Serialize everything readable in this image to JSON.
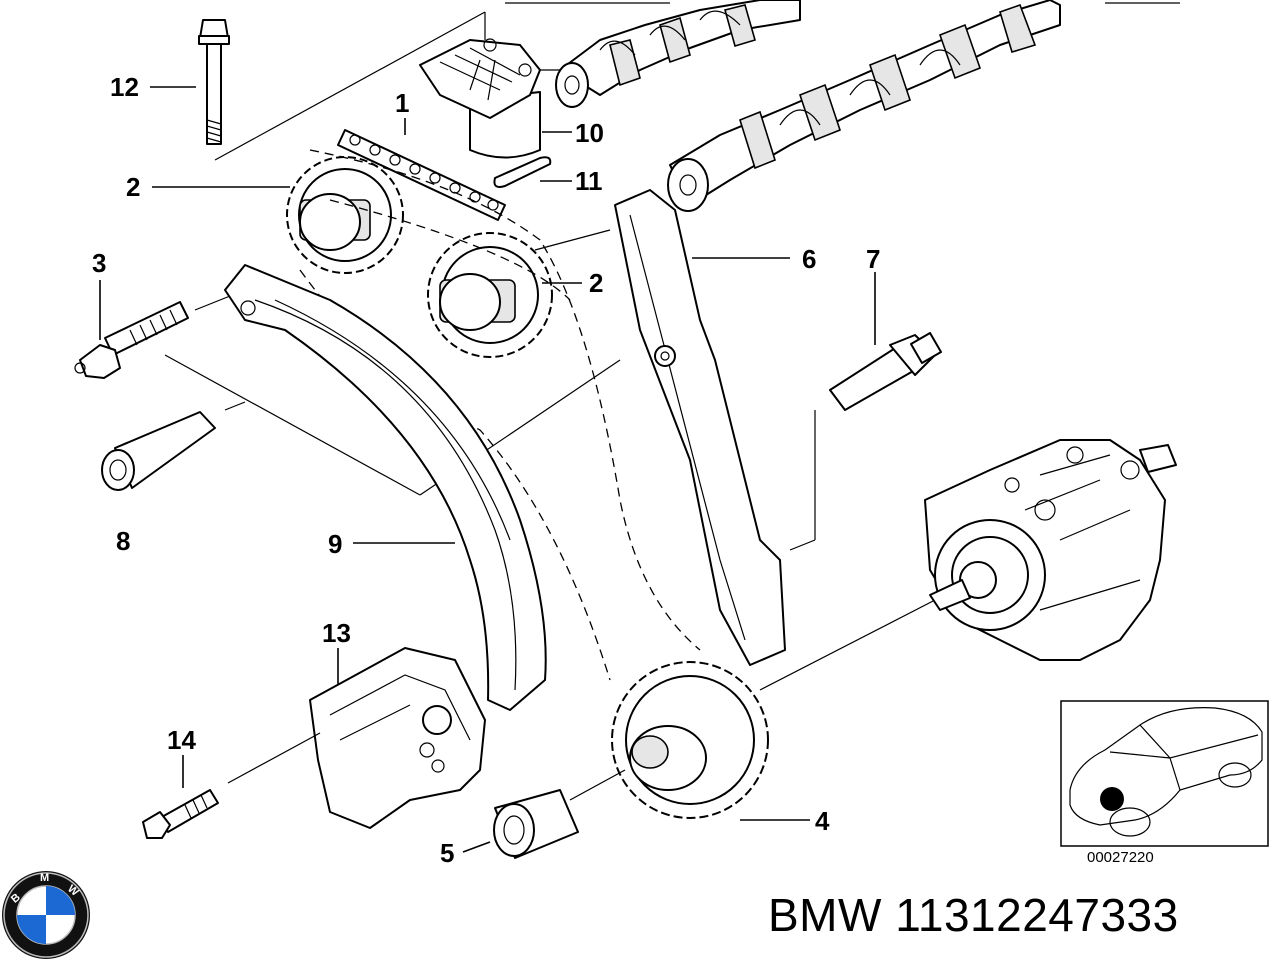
{
  "title": "BMW 11312247333",
  "figure_id": "00027220",
  "logo": {
    "letters": "BMW",
    "colors": {
      "blue": "#1c69d4",
      "ring": "#111111",
      "white": "#ffffff"
    }
  },
  "callouts": {
    "c1": "1",
    "c2a": "2",
    "c2b": "2",
    "c3": "3",
    "c4": "4",
    "c5": "5",
    "c6": "6",
    "c7": "7",
    "c8": "8",
    "c9": "9",
    "c10": "10",
    "c11": "11",
    "c12": "12",
    "c13": "13",
    "c14": "14"
  },
  "parts": [
    {
      "id": "1",
      "name": "timing chain"
    },
    {
      "id": "2",
      "name": "camshaft sprocket"
    },
    {
      "id": "3",
      "name": "bolt"
    },
    {
      "id": "4",
      "name": "sprocket"
    },
    {
      "id": "5",
      "name": "sleeve"
    },
    {
      "id": "6",
      "name": "guide rail"
    },
    {
      "id": "7",
      "name": "bolt"
    },
    {
      "id": "8",
      "name": "pin"
    },
    {
      "id": "9",
      "name": "tensioner rail"
    },
    {
      "id": "10",
      "name": "chain tensioner"
    },
    {
      "id": "11",
      "name": "seal ring"
    },
    {
      "id": "12",
      "name": "bolt"
    },
    {
      "id": "13",
      "name": "bracket"
    },
    {
      "id": "14",
      "name": "bolt"
    }
  ]
}
